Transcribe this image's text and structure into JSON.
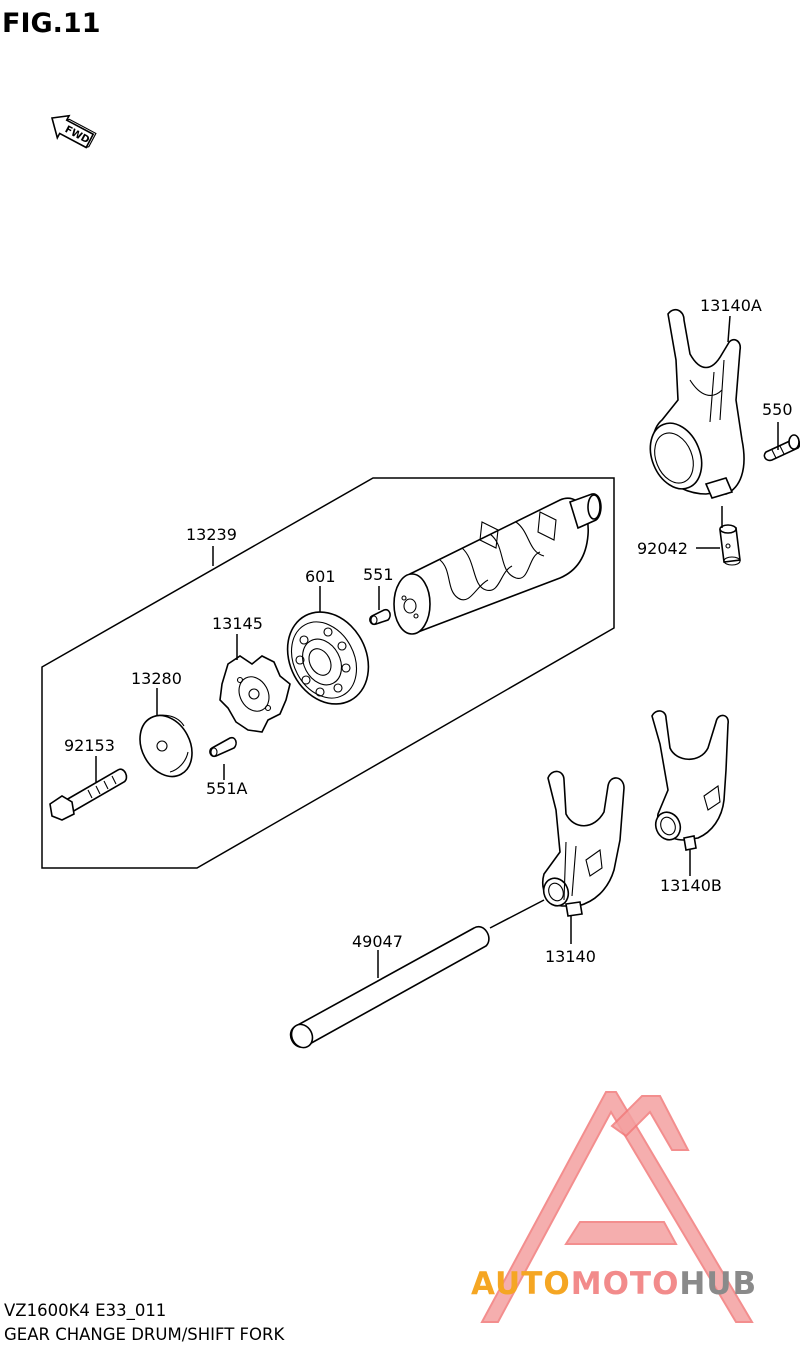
{
  "figure": {
    "title": "FIG.11",
    "fwd_label": "FWD"
  },
  "parts": [
    {
      "id": "13140A",
      "label": "13140A"
    },
    {
      "id": "550",
      "label": "550"
    },
    {
      "id": "92042",
      "label": "92042"
    },
    {
      "id": "13239",
      "label": "13239"
    },
    {
      "id": "601",
      "label": "601"
    },
    {
      "id": "551",
      "label": "551"
    },
    {
      "id": "13145",
      "label": "13145"
    },
    {
      "id": "13280",
      "label": "13280"
    },
    {
      "id": "92153",
      "label": "92153"
    },
    {
      "id": "551A",
      "label": "551A"
    },
    {
      "id": "13140B",
      "label": "13140B"
    },
    {
      "id": "49047",
      "label": "49047"
    },
    {
      "id": "13140",
      "label": "13140"
    }
  ],
  "footer": {
    "code": "VZ1600K4 E33_011",
    "caption": "GEAR CHANGE DRUM/SHIFT FORK"
  },
  "watermark": {
    "part1": "AUTO",
    "part2": "MOTO",
    "part3": "HUB",
    "colors": {
      "auto": "#f5a623",
      "moto": "#f28b8b",
      "hub": "#8a8a8a",
      "triangle": "#f27b7b"
    }
  }
}
